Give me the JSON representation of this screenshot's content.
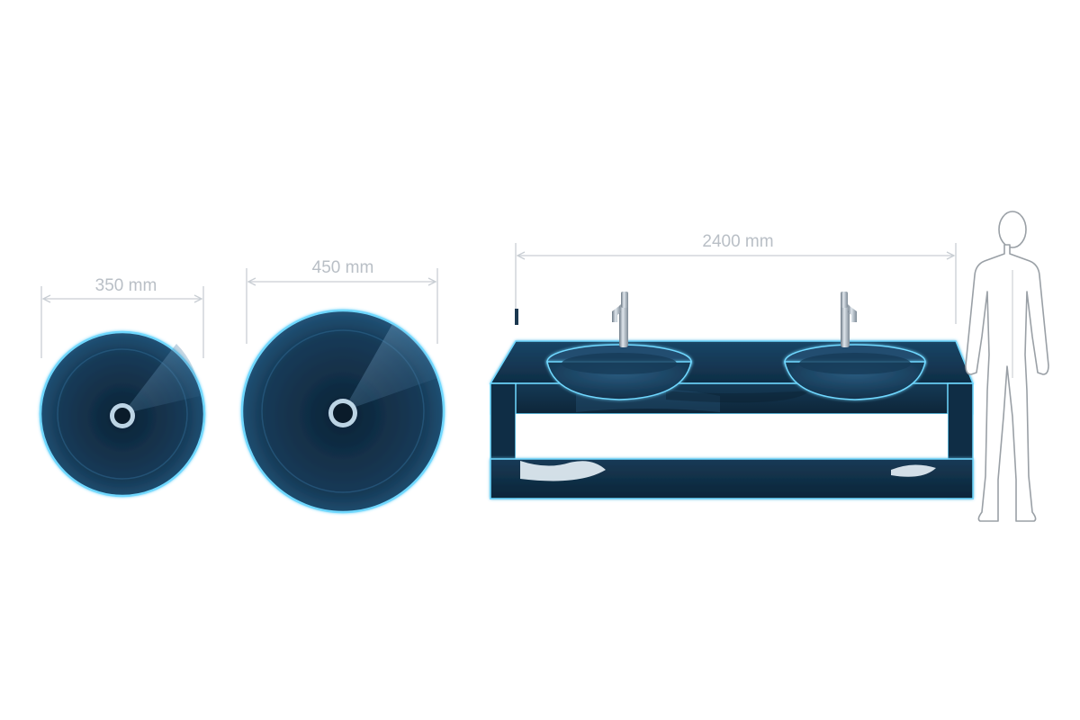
{
  "dimensions": {
    "small_basin": "350 mm",
    "large_basin": "450 mm",
    "vanity": "2400 mm"
  },
  "colors": {
    "basin_dark": "#0f2a40",
    "basin_mid": "#1c4767",
    "edge_glow": "#6fd8ff",
    "dimension_line": "#c9ced4",
    "dimension_text": "#b9bfc6",
    "faucet_metal": "#9aa6b2",
    "silhouette_outline": "#9aa0a6"
  }
}
